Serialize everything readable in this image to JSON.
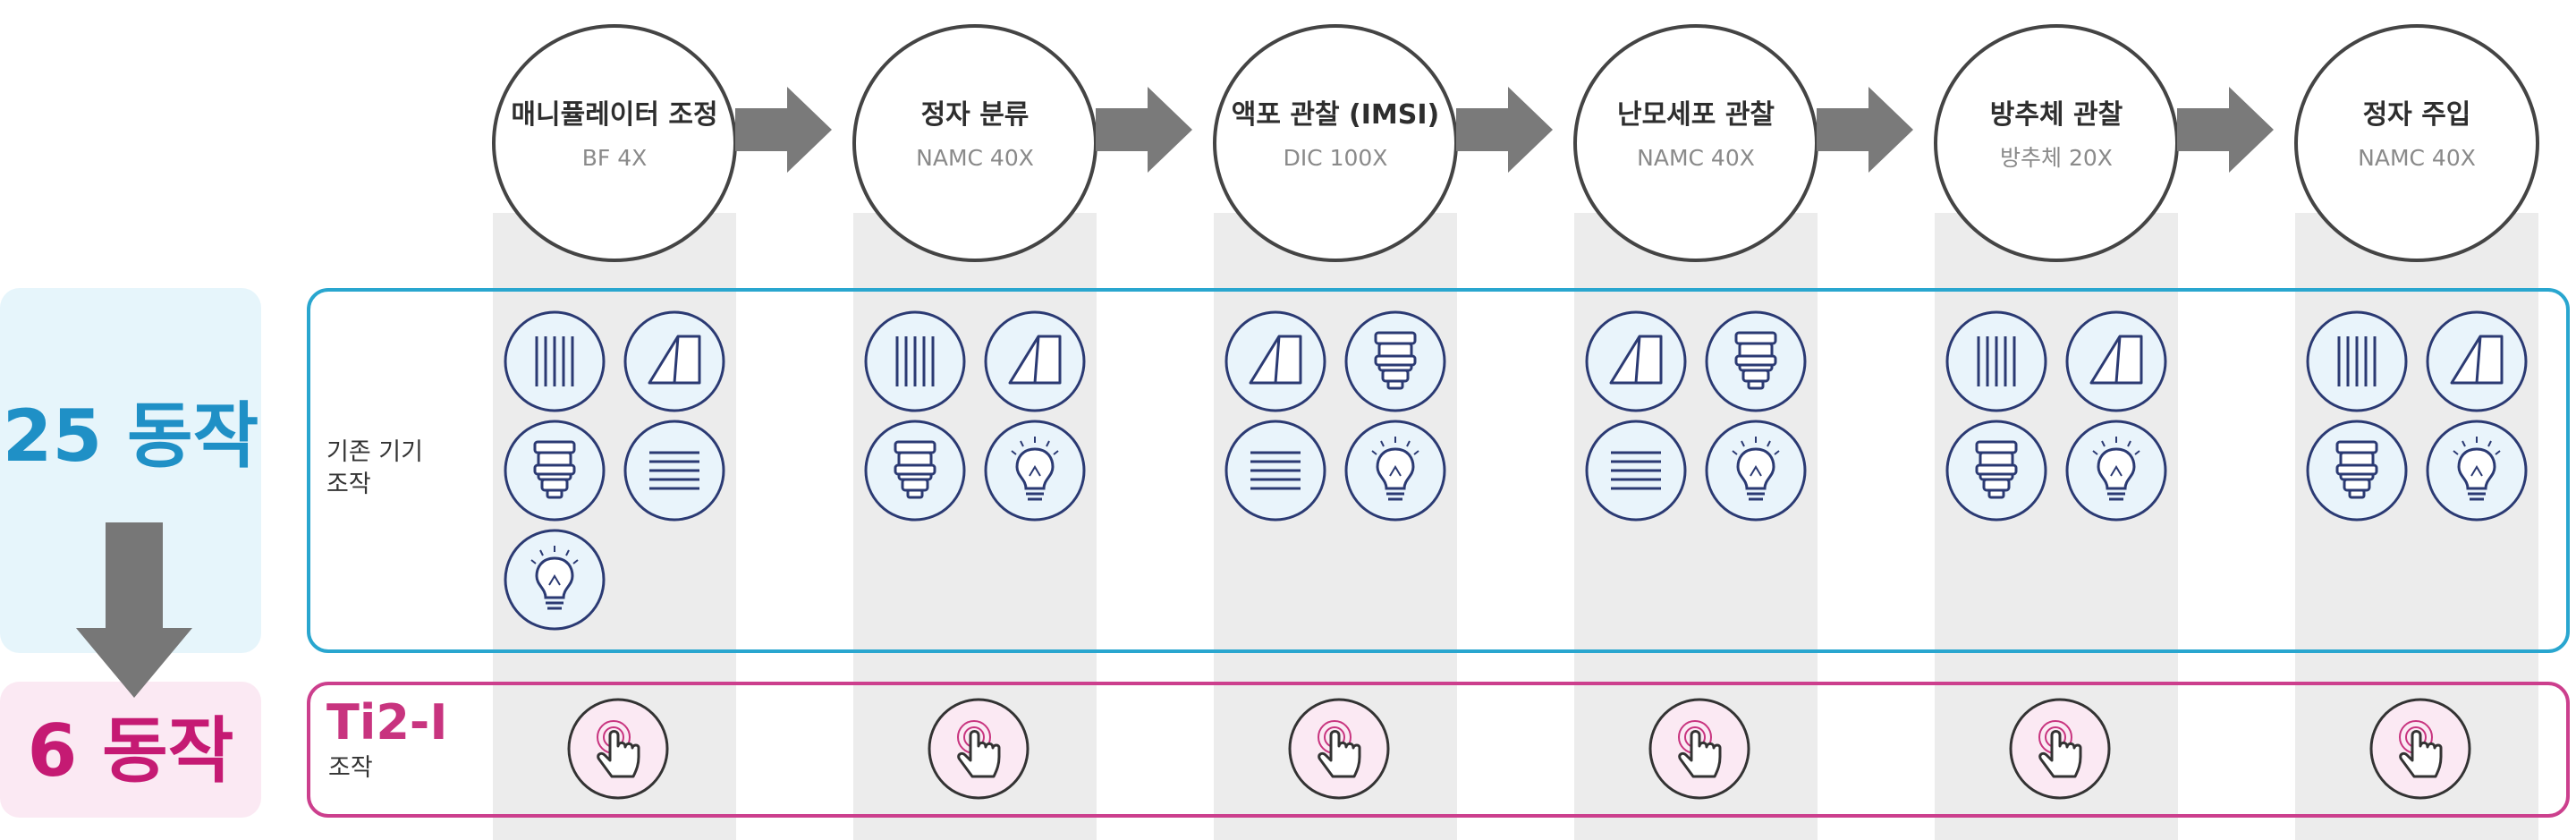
{
  "summary": {
    "before": "25 동작",
    "after": "6 동작"
  },
  "rows": {
    "conventional_label_line1": "기존 기기",
    "conventional_label_line2": "조작",
    "ti2_name": "Ti2-I",
    "ti2_sub": "조작"
  },
  "steps": [
    {
      "title": "매니퓰레이터 조정",
      "mode": "BF 4X"
    },
    {
      "title": "정자 분류",
      "mode": "NAMC 40X"
    },
    {
      "title": "액포 관찰 (IMSI)",
      "mode": "DIC 100X"
    },
    {
      "title": "난모세포 관찰",
      "mode": "NAMC 40X"
    },
    {
      "title": "방추체 관찰",
      "mode": "방추체 20X"
    },
    {
      "title": "정자 주입",
      "mode": "NAMC 40X"
    }
  ],
  "colors": {
    "blue": "#1f90c6",
    "pink": "#c51a73",
    "icon_fill": "#e9f4fb",
    "icon_line": "#2b3a73"
  },
  "icons": {
    "col0": [
      "vertical-lines-icon",
      "prism-icon",
      "objective-lens-icon",
      "horizontal-lines-icon",
      "light-bulb-icon"
    ],
    "col1": [
      "vertical-lines-icon",
      "prism-icon",
      "objective-lens-icon",
      "light-bulb-icon"
    ],
    "col2": [
      "prism-icon",
      "objective-lens-icon",
      "horizontal-lines-icon",
      "light-bulb-icon"
    ],
    "col3": [
      "prism-icon",
      "objective-lens-icon",
      "horizontal-lines-icon",
      "light-bulb-icon"
    ],
    "col4": [
      "vertical-lines-icon",
      "prism-icon",
      "objective-lens-icon",
      "light-bulb-icon"
    ],
    "col5": [
      "vertical-lines-icon",
      "prism-icon",
      "objective-lens-icon",
      "light-bulb-icon"
    ]
  }
}
